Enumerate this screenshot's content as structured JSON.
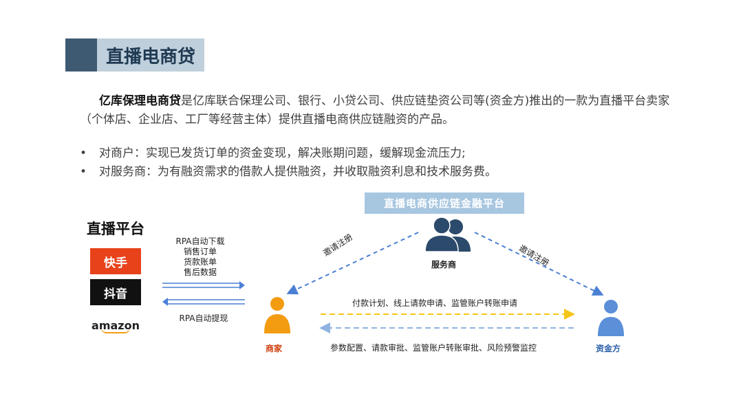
{
  "title": "直播电商贷",
  "intro": {
    "brand": "亿库保理电商贷",
    "text": "是亿库联合保理公司、银行、小贷公司、供应链垫资公司等(资金方)推出的一款为直播平台卖家（个体店、企业店、工厂等经营主体）提供直播电商供应链融资的产品。"
  },
  "bullets": [
    {
      "marker": "•",
      "text": "对商户：实现已发货订单的资金变现，解决账期问题，缓解现金流压力;"
    },
    {
      "marker": "•",
      "text": "对服务商：为有融资需求的借款人提供融资，并收取融资利息和技术服务费。"
    }
  ],
  "diagram": {
    "platform_title": "直播电商供应链金融平台",
    "live_platforms_title": "直播平台",
    "logos": {
      "kuaishou": "快手",
      "douyin": "抖音",
      "amazon": "amazon"
    },
    "rpa_download": [
      "RPA自动下载",
      "销售订单",
      "货款账单",
      "售后数据"
    ],
    "rpa_withdraw": "RPA自动提现",
    "service_provider": "服务商",
    "merchant": "商家",
    "funder": "资金方",
    "invite_left": "邀请注册",
    "invite_right": "邀请注册",
    "flow_to_funder": "付款计划、线上请款申请、监管账户转账申请",
    "flow_to_merchant": "参数配置、请款审批、监管账户转账审批、风险预警监控",
    "colors": {
      "title_accent": "#3e5a73",
      "title_bg": "#bfcfdc",
      "platform_bg": "#a7c6e0",
      "merchant": "#f39c12",
      "funder": "#5b8fd8",
      "service": "#2c4a6b",
      "arrow_blue": "#4a7fd4",
      "arrow_yellow": "#f5c518",
      "arrow_lightblue": "#8fb3e0"
    },
    "icons": {
      "service": "people-group-icon",
      "merchant": "person-icon",
      "funder": "person-icon"
    }
  }
}
